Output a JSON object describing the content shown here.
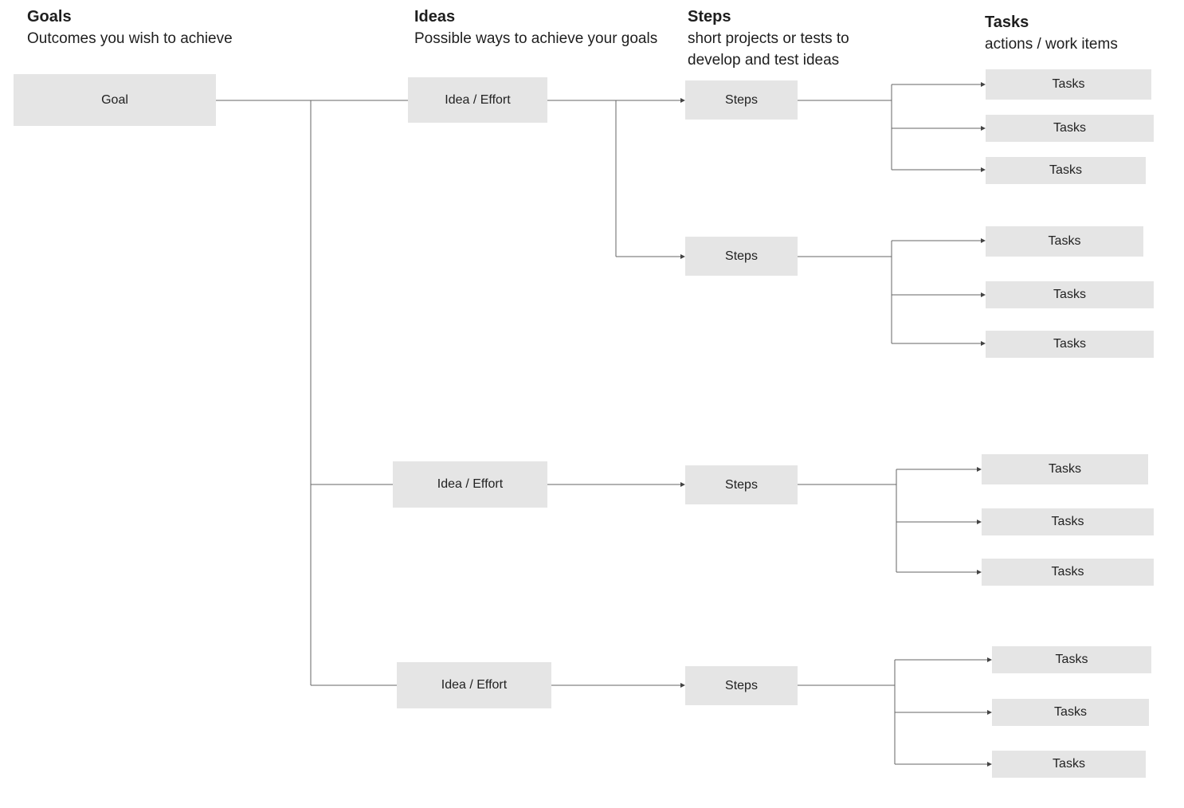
{
  "columns": {
    "goals": {
      "title": "Goals",
      "subtitle": "Outcomes you wish to achieve"
    },
    "ideas": {
      "title": "Ideas",
      "subtitle": "Possible ways to achieve your goals"
    },
    "steps": {
      "title": "Steps",
      "subtitle_line1": "short projects or tests to",
      "subtitle_line2": "develop and test ideas"
    },
    "tasks": {
      "title": "Tasks",
      "subtitle": "actions / work items"
    }
  },
  "goal": {
    "label": "Goal"
  },
  "ideas": [
    {
      "label": "Idea / Effort"
    },
    {
      "label": "Idea / Effort"
    },
    {
      "label": "Idea / Effort"
    }
  ],
  "steps": [
    {
      "label": "Steps"
    },
    {
      "label": "Steps"
    },
    {
      "label": "Steps"
    },
    {
      "label": "Steps"
    }
  ],
  "tasks": [
    {
      "label": "Tasks"
    },
    {
      "label": "Tasks"
    },
    {
      "label": "Tasks"
    },
    {
      "label": "Tasks"
    },
    {
      "label": "Tasks"
    },
    {
      "label": "Tasks"
    },
    {
      "label": "Tasks"
    },
    {
      "label": "Tasks"
    },
    {
      "label": "Tasks"
    },
    {
      "label": "Tasks"
    },
    {
      "label": "Tasks"
    },
    {
      "label": "Tasks"
    }
  ]
}
